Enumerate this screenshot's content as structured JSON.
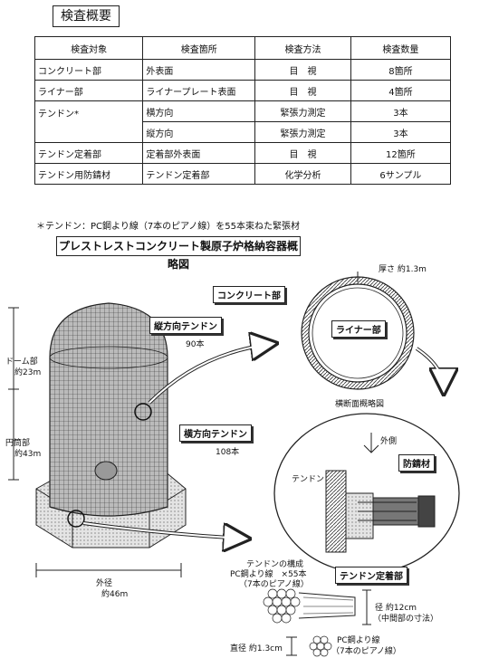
{
  "heading": "検査概要",
  "table": {
    "headers": [
      "検査対象",
      "検査箇所",
      "検査方法",
      "検査数量"
    ],
    "rows": [
      [
        "コンクリート部",
        "外表面",
        "目　視",
        "8箇所"
      ],
      [
        "ライナー部",
        "ライナープレート表面",
        "目　視",
        "4箇所"
      ],
      [
        "テンドン*",
        "横方向",
        "緊張力測定",
        "3本"
      ],
      [
        "",
        "縦方向",
        "緊張力測定",
        "3本"
      ],
      [
        "テンドン定着部",
        "定着部外表面",
        "目　視",
        "12箇所"
      ],
      [
        "テンドン用防錆材",
        "テンドン定着部",
        "化学分析",
        "6サンプル"
      ]
    ]
  },
  "footnote": "＊テンドン：PC鋼より線（7本のピアノ線）を55本束ねた緊張材",
  "diagram_title": "プレストレストコンクリート製原子炉格納容器概略図",
  "labels": {
    "dome": "ドーム部",
    "dome_size": "約23m",
    "cylinder": "円筒部",
    "cylinder_size": "約43m",
    "outer_diameter": "外径",
    "outer_diameter_size": "約46m",
    "vertical_tendon": "縦方向テンドン",
    "vertical_count": "90本",
    "horizontal_tendon": "横方向テンドン",
    "horizontal_count": "108本",
    "concrete_part": "コンクリート部",
    "liner_part": "ライナー部",
    "thickness": "厚さ 約1.3m",
    "cross_section": "横断面概略図",
    "outside": "外側",
    "rust_preventive": "防錆材",
    "tendon": "テンドン",
    "anchorage": "テンドン定着部",
    "tendon_composition_1": "テンドンの構成",
    "tendon_composition_2": "PC鋼より線　×55本",
    "tendon_composition_3": "（7本のピアノ線）",
    "bundle_diameter": "径 約12cm",
    "bundle_note": "（中間部の寸法）",
    "strand_label": "PC鋼より線",
    "strand_note": "（7本のピアノ線）",
    "wire_diameter": "直径 約1.3cm"
  }
}
